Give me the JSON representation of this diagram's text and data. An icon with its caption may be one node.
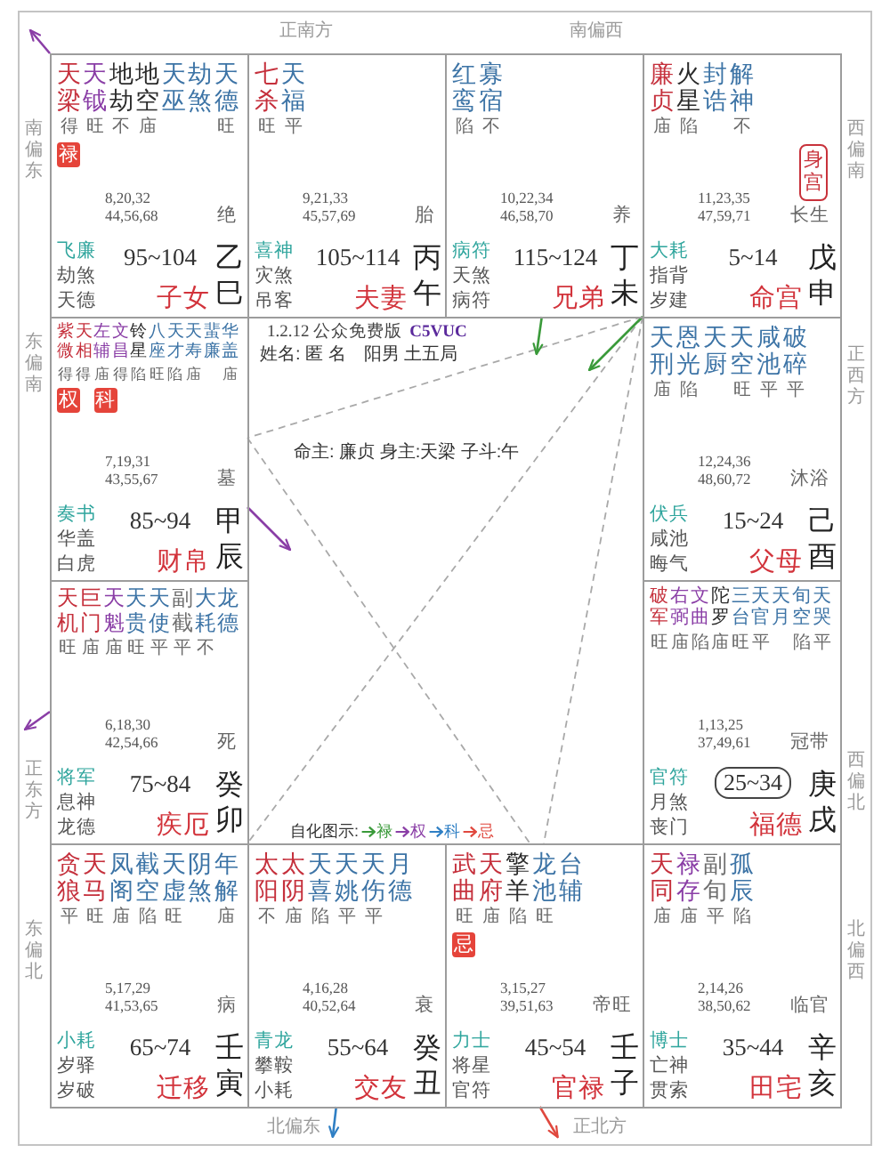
{
  "diagram": {
    "nodes": [
      {
        "text": [
          "正南方",
          "南偏西",
          "南偏东",
          "西偏南",
          "东偏南",
          "正西方",
          "正东方",
          "西偏北",
          "东偏北",
          "北偏西",
          "北偏东",
          "正北方"
        ]
      },
      {
        "text": [
          "天梁",
          "天钺",
          "地劫",
          "地空",
          "天巫",
          "劫煞",
          "天德",
          "得",
          "旺",
          "不",
          "庙",
          "旺",
          "8,20,32 44,56,68",
          "绝",
          "飞廉",
          "劫煞",
          "天德",
          "95~104",
          "子女",
          "乙巳"
        ],
        "in": 0
      },
      {
        "text": [
          "禄"
        ],
        "in": 1
      },
      {
        "text": [
          "七杀",
          "天福",
          "旺",
          "平",
          "9,21,33 45,57,69",
          "胎",
          "喜神",
          "灾煞",
          "吊客",
          "105~114",
          "夫妻",
          "丙午"
        ],
        "in": 0
      },
      {
        "text": [
          "红鸾",
          "寡宿",
          "陷",
          "不",
          "10,22,34 46,58,70",
          "养",
          "病符",
          "天煞",
          "病符",
          "115~124",
          "兄弟",
          "丁未"
        ],
        "in": 0
      },
      {
        "text": [
          "廉贞",
          "火星",
          "封诰",
          "解神",
          "庙",
          "陷",
          "不",
          "11,23,35 47,59,71",
          "长生",
          "大耗",
          "指背",
          "岁建",
          "5~14",
          "命宫",
          "戊申"
        ],
        "in": 0
      },
      {
        "text": [
          "身宫"
        ],
        "in": 5
      },
      {
        "text": [
          "紫微",
          "天相",
          "左辅",
          "文昌",
          "铃星",
          "八座",
          "天才",
          "天寿",
          "蜚廉",
          "华盖",
          "得",
          "得",
          "庙",
          "得",
          "陷",
          "旺",
          "陷",
          "庙",
          "庙",
          "7,19,31 43,55,67",
          "墓",
          "奏书",
          "华盖",
          "白虎",
          "85~94",
          "财帛",
          "甲辰"
        ],
        "in": 0
      },
      {
        "text": [
          "权"
        ],
        "in": 7
      },
      {
        "text": [
          "科"
        ],
        "in": 7
      },
      {
        "text": [
          "天刑",
          "恩光",
          "天厨",
          "天空",
          "咸池",
          "破碎",
          "庙",
          "陷",
          "旺",
          "平",
          "平",
          "12,24,36 48,60,72",
          "沐浴",
          "伏兵",
          "咸池",
          "晦气",
          "15~24",
          "父母",
          "己酉"
        ],
        "in": 0
      },
      {
        "text": [
          "天机",
          "巨门",
          "天魁",
          "天贵",
          "天使",
          "副截",
          "大耗",
          "龙德",
          "旺",
          "庙",
          "庙",
          "旺",
          "平",
          "平",
          "不",
          "6,18,30 42,54,66",
          "死",
          "将军",
          "息神",
          "龙德",
          "75~84",
          "疾厄",
          "癸卯"
        ],
        "in": 0
      },
      {
        "text": [
          "破军",
          "右弼",
          "文曲",
          "陀罗",
          "三台",
          "天官",
          "天月",
          "旬空",
          "天哭",
          "旺",
          "庙",
          "陷",
          "庙",
          "旺",
          "平",
          "陷",
          "平",
          "1,13,25 37,49,61",
          "冠带",
          "官符",
          "月煞",
          "丧门",
          "福德",
          "庚戌"
        ],
        "in": 0
      },
      {
        "text": [
          "25~34"
        ],
        "in": 12
      },
      {
        "text": [
          "贪狼",
          "天马",
          "凤阁",
          "截空",
          "天虚",
          "阴煞",
          "年解",
          "平",
          "旺",
          "庙",
          "陷",
          "旺",
          "庙",
          "5,17,29 41,53,65",
          "病",
          "小耗",
          "岁驿",
          "岁破",
          "65~74",
          "迁移",
          "壬寅"
        ],
        "in": 0
      },
      {
        "text": [
          "太阳",
          "太阴",
          "天喜",
          "天姚",
          "天伤",
          "月德",
          "不",
          "庙",
          "陷",
          "平",
          "平",
          "4,16,28 40,52,64",
          "衰",
          "青龙",
          "攀鞍",
          "小耗",
          "55~64",
          "交友",
          "癸丑"
        ],
        "in": 0
      },
      {
        "text": [
          "武曲",
          "天府",
          "擎羊",
          "龙池",
          "台辅",
          "旺",
          "庙",
          "陷",
          "旺",
          "3,15,27 39,51,63",
          "帝旺",
          "力士",
          "将星",
          "官符",
          "45~54",
          "官禄",
          "壬子"
        ],
        "in": 0
      },
      {
        "text": [
          "忌"
        ],
        "in": 16
      },
      {
        "text": [
          "天同",
          "禄存",
          "副旬",
          "孤辰",
          "庙",
          "庙",
          "平",
          "陷",
          "2,14,26 38,50,62",
          "临官",
          "博士",
          "亡神",
          "贯索",
          "35~44",
          "田宅",
          "辛亥"
        ],
        "in": 0
      }
    ],
    "edges": [
      {
        "from": 5,
        "to": 7,
        "arrow": "none",
        "style": "dashed"
      },
      {
        "from": 5,
        "to": 16,
        "arrow": "none",
        "style": "dashed"
      },
      {
        "from": 5,
        "to": 14,
        "arrow": "none",
        "style": "dashed"
      },
      {
        "from": 7,
        "to": 16,
        "arrow": "none",
        "style": "dashed"
      },
      {
        "from": 1,
        "to": null,
        "arrow": "to",
        "color": "#8a3ea6"
      },
      {
        "from": 4,
        "to": null,
        "arrow": "to",
        "color": "#3a9a3a"
      },
      {
        "from": 5,
        "to": null,
        "arrow": "to",
        "color": "#3a9a3a"
      },
      {
        "from": 7,
        "to": null,
        "arrow": "to",
        "color": "#8a3ea6"
      },
      {
        "from": 11,
        "to": null,
        "arrow": "to",
        "color": "#8a3ea6"
      },
      {
        "from": 15,
        "to": null,
        "arrow": "to",
        "color": "#2f7fc4"
      },
      {
        "from": 16,
        "to": null,
        "arrow": "to",
        "color": "#e0483e"
      }
    ],
    "labels": [
      "1.2.12 公众免费版",
      "C5VUC",
      "姓名: 匿 名",
      "阳男 土五局",
      "命主: 廉贞 身主:天梁 子斗:午",
      "自化图示:"
    ],
    "legend": [
      {
        "text": "禄",
        "color": "#3a9a3a"
      },
      {
        "text": "权",
        "color": "#8a3ea6"
      },
      {
        "text": "科",
        "color": "#2f7fc4"
      },
      {
        "text": "忌",
        "color": "#e0483e"
      }
    ]
  }
}
